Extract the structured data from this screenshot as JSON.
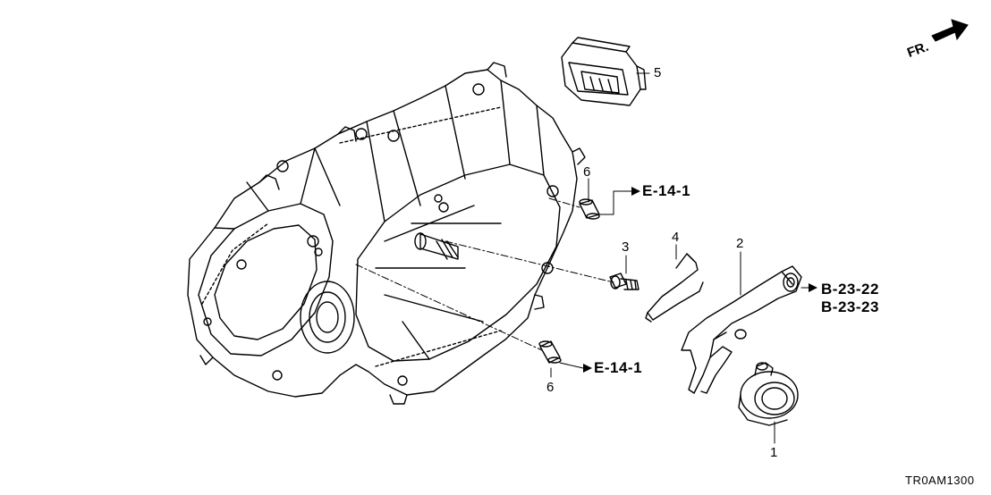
{
  "orientation": {
    "label": "FR."
  },
  "parts": [
    {
      "number": "1"
    },
    {
      "number": "2"
    },
    {
      "number": "3"
    },
    {
      "number": "4"
    },
    {
      "number": "5"
    },
    {
      "number": "6"
    },
    {
      "number": "6"
    }
  ],
  "references": {
    "e_upper": "E-14-1",
    "e_lower": "E-14-1",
    "b_first": "B-23-22",
    "b_second": "B-23-23"
  },
  "diagram_code": "TR0AM1300"
}
